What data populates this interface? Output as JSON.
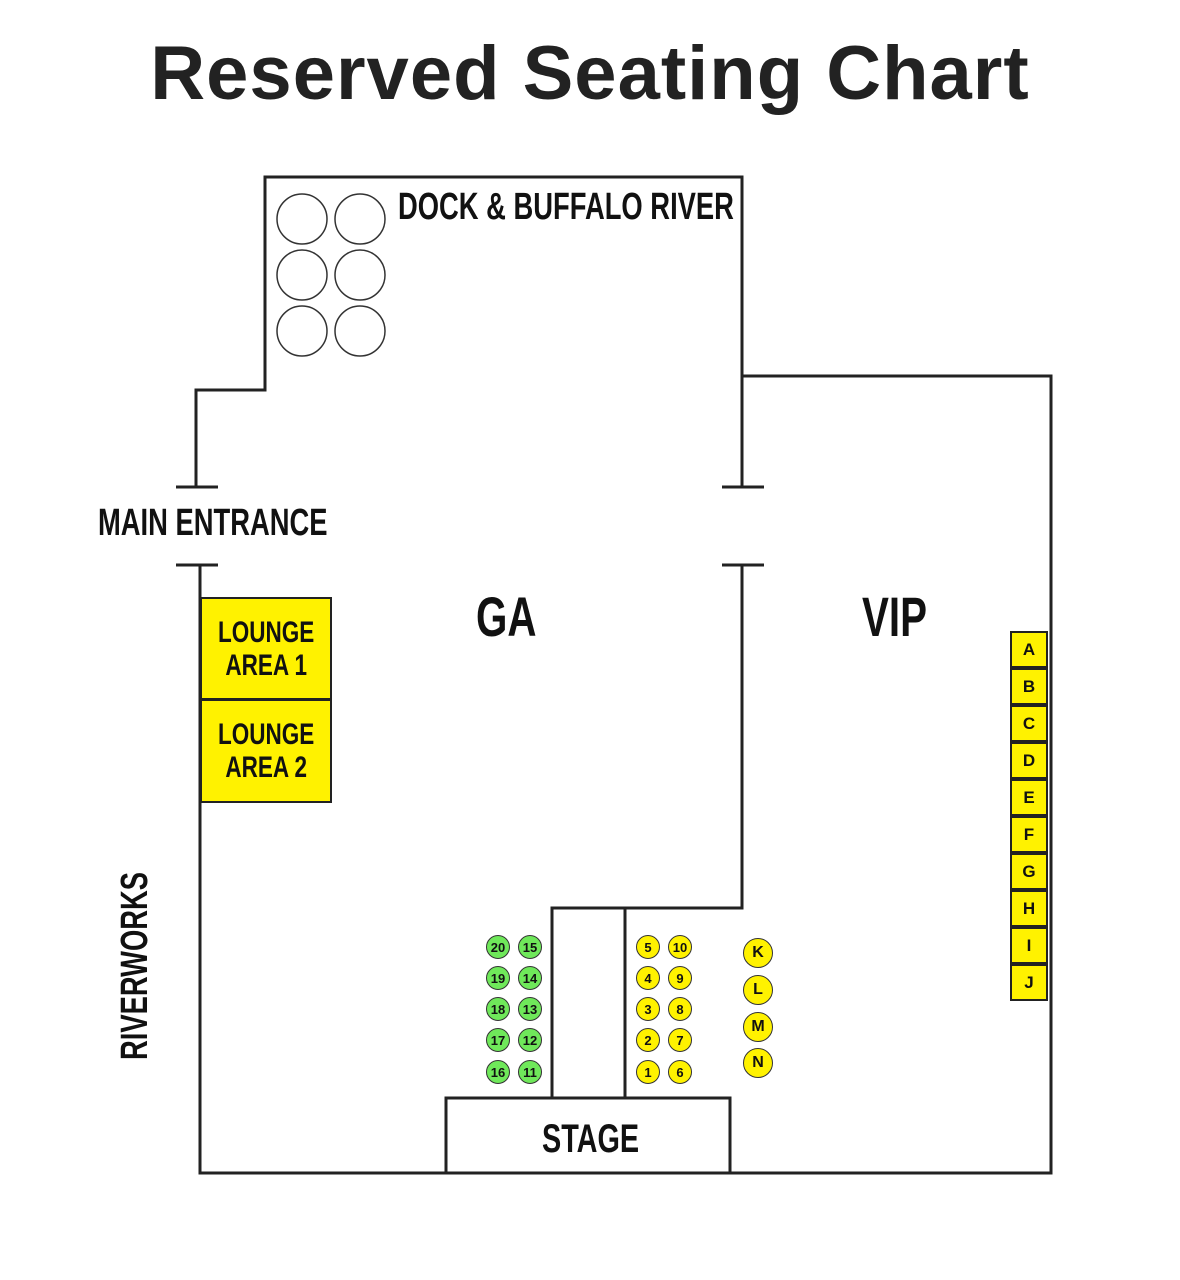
{
  "title": "Reserved Seating Chart",
  "labels": {
    "dock": "DOCK & BUFFALO RIVER",
    "main_entrance": "MAIN ENTRANCE",
    "ga": "GA",
    "vip": "VIP",
    "riverworks": "RIVERWORKS",
    "stage": "STAGE"
  },
  "lounges": [
    {
      "line1": "LOUNGE",
      "line2": "AREA 1"
    },
    {
      "line1": "LOUNGE",
      "line2": "AREA 2"
    }
  ],
  "green_seats": [
    "20",
    "19",
    "18",
    "17",
    "16",
    "15",
    "14",
    "13",
    "12",
    "11"
  ],
  "yellow_seats": [
    "5",
    "4",
    "3",
    "2",
    "1",
    "10",
    "9",
    "8",
    "7",
    "6"
  ],
  "round_vip_seats": [
    "K",
    "L",
    "M",
    "N"
  ],
  "vip_boxes": [
    "A",
    "B",
    "C",
    "D",
    "E",
    "F",
    "G",
    "H",
    "I",
    "J"
  ],
  "colors": {
    "yellow": "#fff200",
    "green": "#6fe85a",
    "wall": "#222222"
  }
}
